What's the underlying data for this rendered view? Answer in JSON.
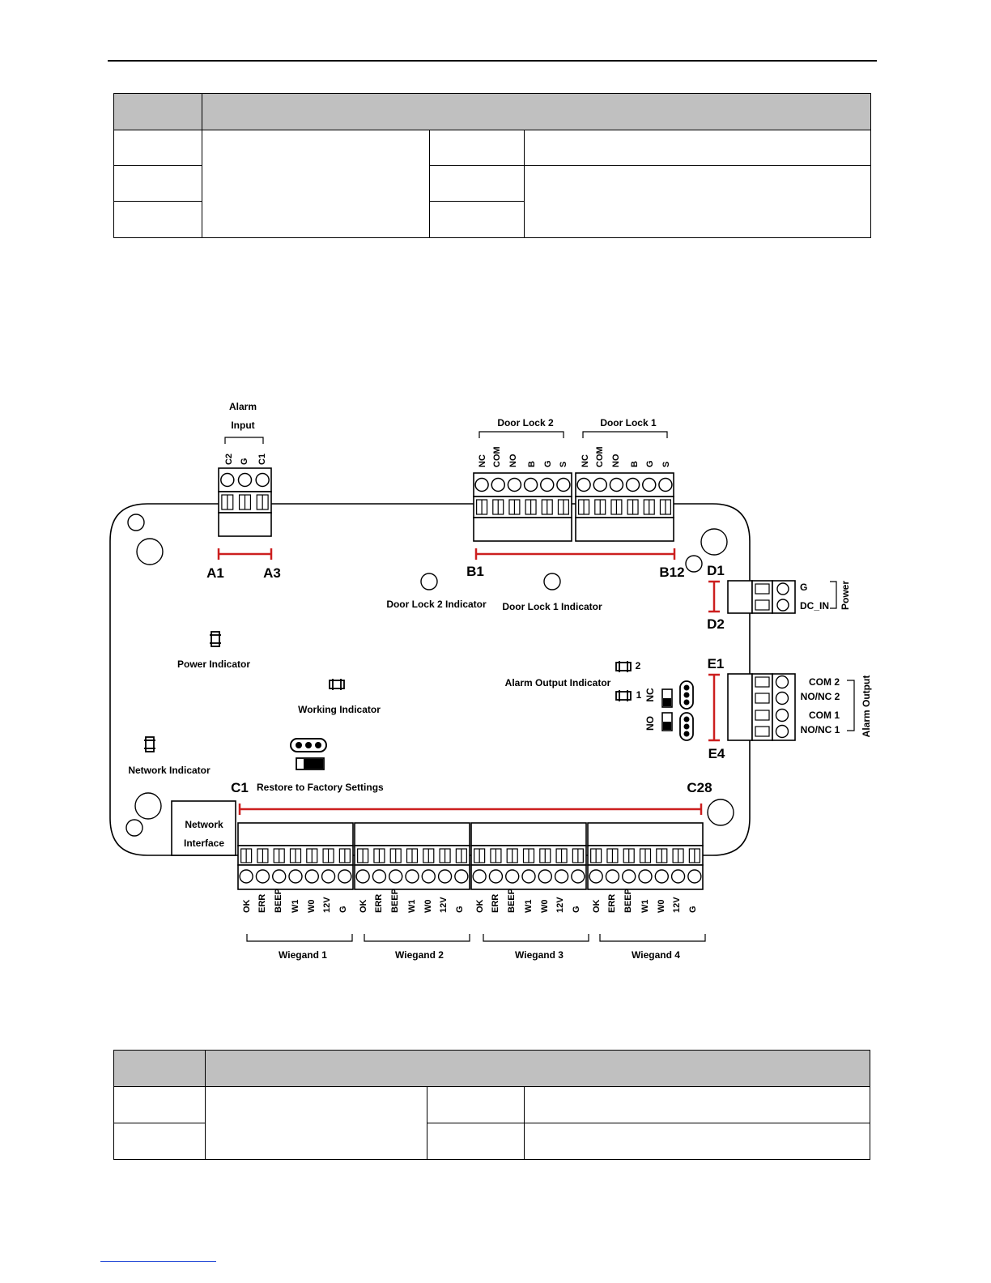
{
  "diagram": {
    "alarm_input": {
      "title_line1": "Alarm",
      "title_line2": "Input",
      "pins": [
        "C2",
        "G",
        "C1"
      ],
      "range_start": "A1",
      "range_end": "A3"
    },
    "door_lock_2": {
      "title": "Door Lock 2",
      "pins": [
        "NC",
        "COM",
        "NO",
        "B",
        "G",
        "S"
      ]
    },
    "door_lock_1": {
      "title": "Door Lock 1",
      "pins": [
        "NC",
        "COM",
        "NO",
        "B",
        "G",
        "S"
      ]
    },
    "door_lock_range_start": "B1",
    "door_lock_range_end": "B12",
    "door_lock_2_indicator": "Door Lock 2 Indicator",
    "door_lock_1_indicator": "Door Lock 1 Indicator",
    "power": {
      "title": "Power",
      "pins": [
        "G",
        "DC_IN"
      ],
      "range_start": "D1",
      "range_end": "D2"
    },
    "power_indicator": "Power Indicator",
    "working_indicator": "Working Indicator",
    "network_indicator": "Network Indicator",
    "alarm_output_indicator": "Alarm Output Indicator",
    "indicator_numbers": [
      "2",
      "1"
    ],
    "jumper_labels": [
      "NC",
      "NO"
    ],
    "alarm_output": {
      "title": "Alarm Output",
      "pins": [
        "COM 2",
        "NO/NC 2",
        "COM 1",
        "NO/NC 1"
      ],
      "range_start": "E1",
      "range_end": "E4"
    },
    "restore_label": "Restore to Factory Settings",
    "wiegand_range_start": "C1",
    "wiegand_range_end": "C28",
    "network_interface_line1": "Network",
    "network_interface_line2": "Interface",
    "wiegand_pins": [
      "OK",
      "ERR",
      "BEEP",
      "W1",
      "W0",
      "12V",
      "G"
    ],
    "wiegand_groups": [
      "Wiegand 1",
      "Wiegand 2",
      "Wiegand 3",
      "Wiegand 4"
    ]
  },
  "colors": {
    "range_marker": "#cc1f1f",
    "table_header": "#c0c0c0",
    "footer_link": "#2b4fd8"
  }
}
